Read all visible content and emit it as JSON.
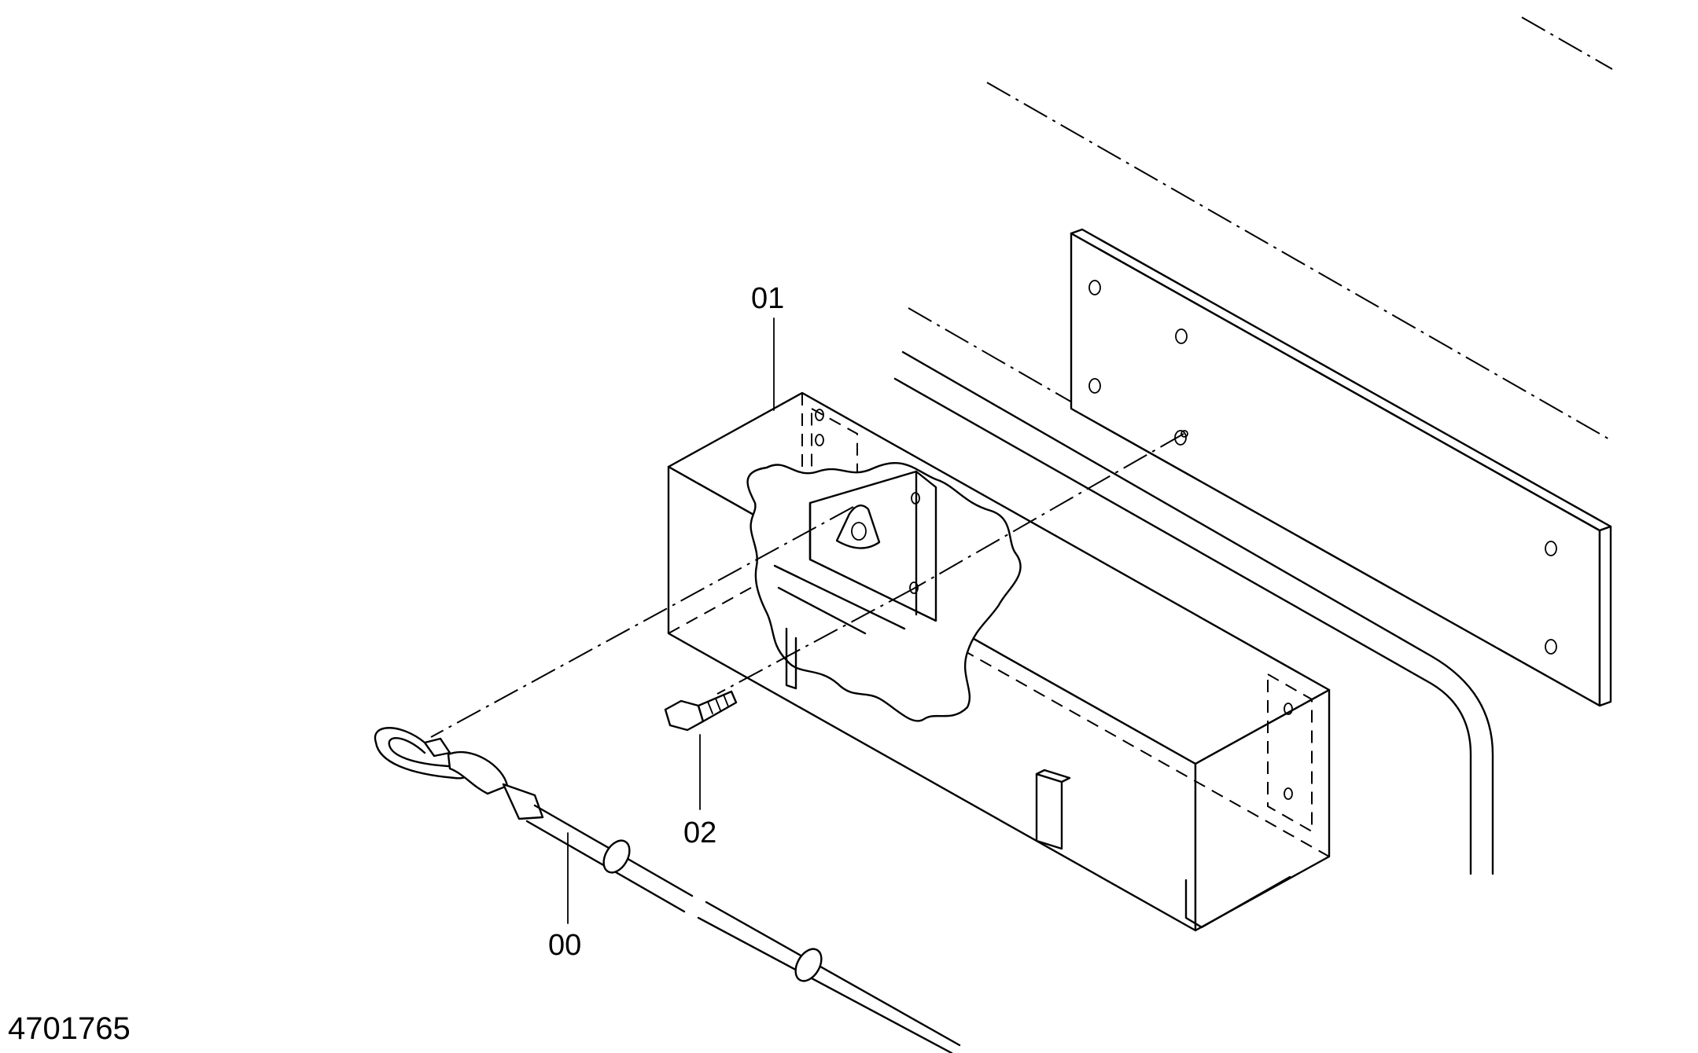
{
  "drawing": {
    "figure_number": "4701765",
    "callouts": [
      {
        "id": "00",
        "label": "00"
      },
      {
        "id": "01",
        "label": "01"
      },
      {
        "id": "02",
        "label": "02"
      }
    ]
  }
}
